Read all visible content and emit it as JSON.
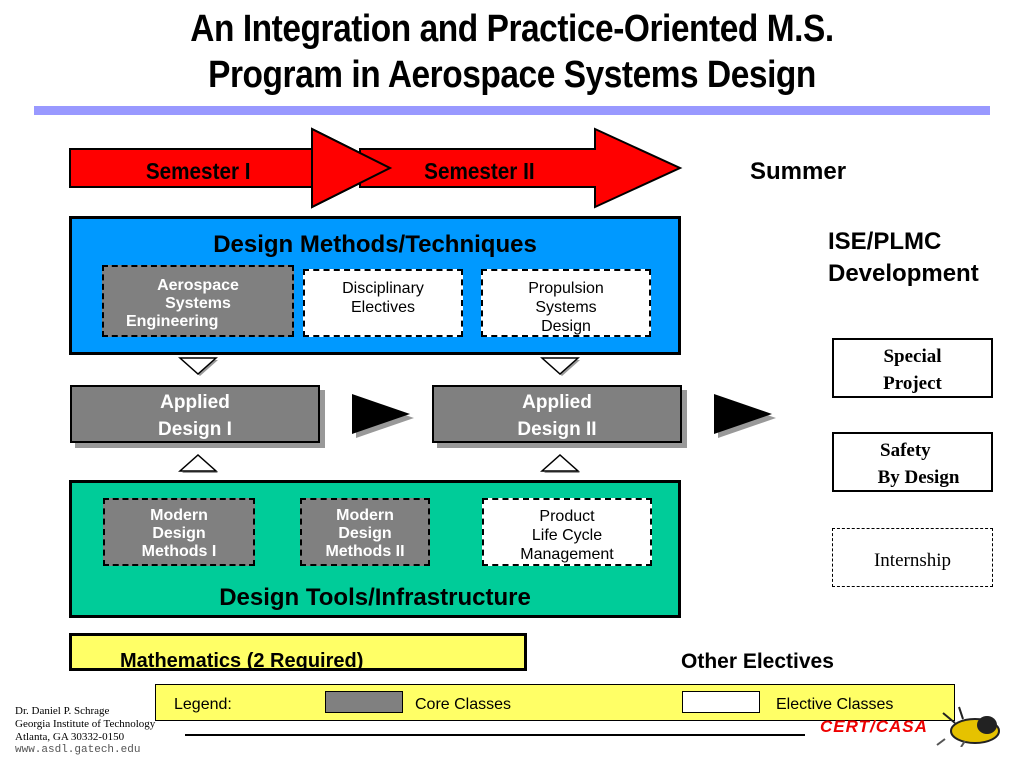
{
  "title": {
    "line1": "An Integration and Practice-Oriented M.S.",
    "line2": "Program in Aerospace Systems Design"
  },
  "timeline": {
    "semester1": "Semester I",
    "semester2": "Semester II",
    "summer": "Summer"
  },
  "summer_track": {
    "heading_line1": "ISE/PLMC",
    "heading_line2": "Development",
    "special_project": [
      "Special",
      "Project"
    ],
    "safety_by_design": [
      "Safety",
      "By Design"
    ],
    "internship": "Internship"
  },
  "methods_panel": {
    "title": "Design  Methods/Techniques",
    "color": "#0099ff",
    "boxes": [
      {
        "lines": [
          "Aerospace",
          "Systems",
          "Engineering"
        ],
        "type": "core"
      },
      {
        "lines": [
          "Disciplinary",
          "Electives"
        ],
        "type": "elective"
      },
      {
        "lines": [
          "Propulsion",
          "Systems",
          "Design"
        ],
        "type": "elective"
      }
    ]
  },
  "applied": [
    {
      "lines": [
        "Applied",
        "Design I"
      ]
    },
    {
      "lines": [
        "Applied",
        "Design II"
      ]
    }
  ],
  "tools_panel": {
    "title": "Design  Tools/Infrastructure",
    "color": "#00cc99",
    "boxes": [
      {
        "lines": [
          "Modern",
          "Design",
          "Methods I"
        ],
        "type": "core"
      },
      {
        "lines": [
          "Modern",
          "Design",
          "Methods II"
        ],
        "type": "core"
      },
      {
        "lines": [
          "Product",
          "Life Cycle",
          "Management"
        ],
        "type": "elective"
      }
    ]
  },
  "mathematics": "Mathematics (2 Required)",
  "other_electives": "Other Electives",
  "legend": {
    "label": "Legend:",
    "core": "Core Classes",
    "elective": "Elective Classes",
    "core_color": "#808080",
    "elective_color": "#ffffff"
  },
  "footer": {
    "author": "Dr. Daniel P. Schrage",
    "institution": "Georgia Institute of Technology",
    "address": "Atlanta, GA  30332-0150",
    "url": "www.asdl.gatech.edu",
    "logo_text": "CERT/CASA"
  }
}
